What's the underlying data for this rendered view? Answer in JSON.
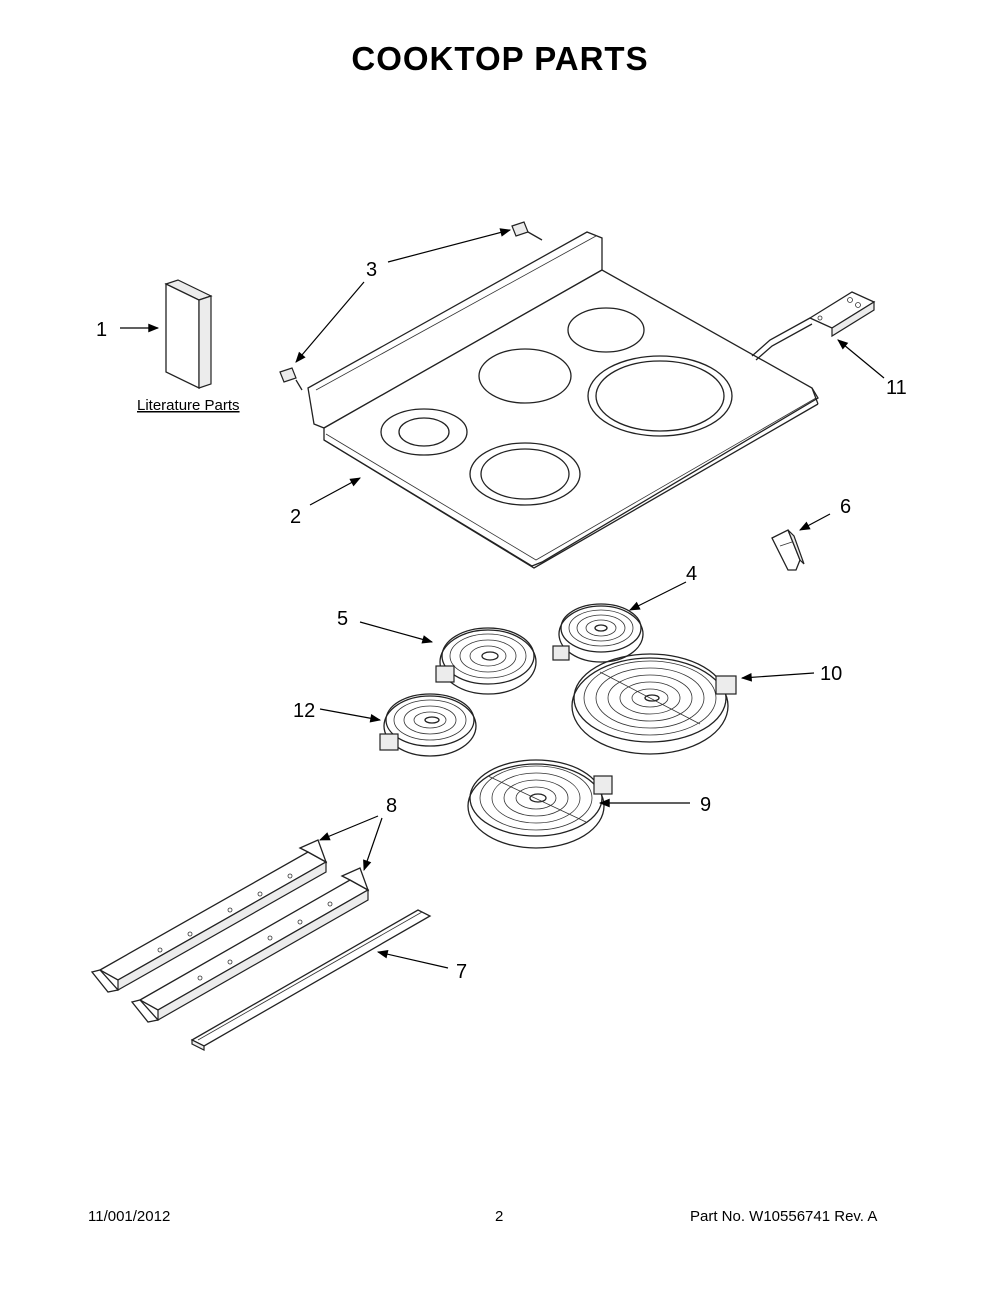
{
  "title": "COOKTOP PARTS",
  "literature_label": "Literature Parts",
  "callouts": {
    "c1": "1",
    "c2": "2",
    "c3": "3",
    "c4": "4",
    "c5": "5",
    "c6": "6",
    "c7": "7",
    "c8": "8",
    "c9": "9",
    "c10": "10",
    "c11": "11",
    "c12": "12"
  },
  "footer": {
    "date": "11/001/2012",
    "page": "2",
    "part": "Part No.  W10556741  Rev.  A"
  }
}
